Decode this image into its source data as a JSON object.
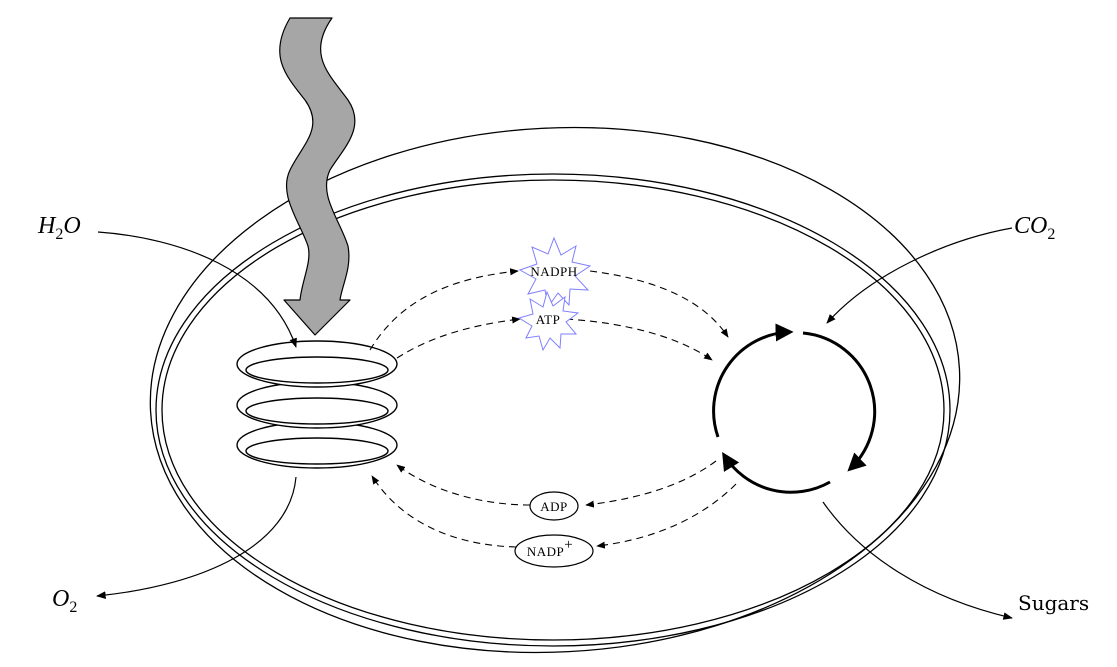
{
  "labels": {
    "h2o": {
      "main": "H",
      "sub": "2",
      "rest": "O"
    },
    "co2": {
      "main": "CO",
      "sub": "2"
    },
    "o2": {
      "main": "O",
      "sub": "2"
    },
    "sugars": "Sugars",
    "nadph": "NADPH",
    "atp": "ATP",
    "adp": "ADP",
    "nadp": {
      "main": "NADP",
      "sup": "+"
    }
  },
  "colors": {
    "stroke": "#000000",
    "light_arrow_fill": "#a6a6a6",
    "energy_star": "#7f7fff"
  }
}
